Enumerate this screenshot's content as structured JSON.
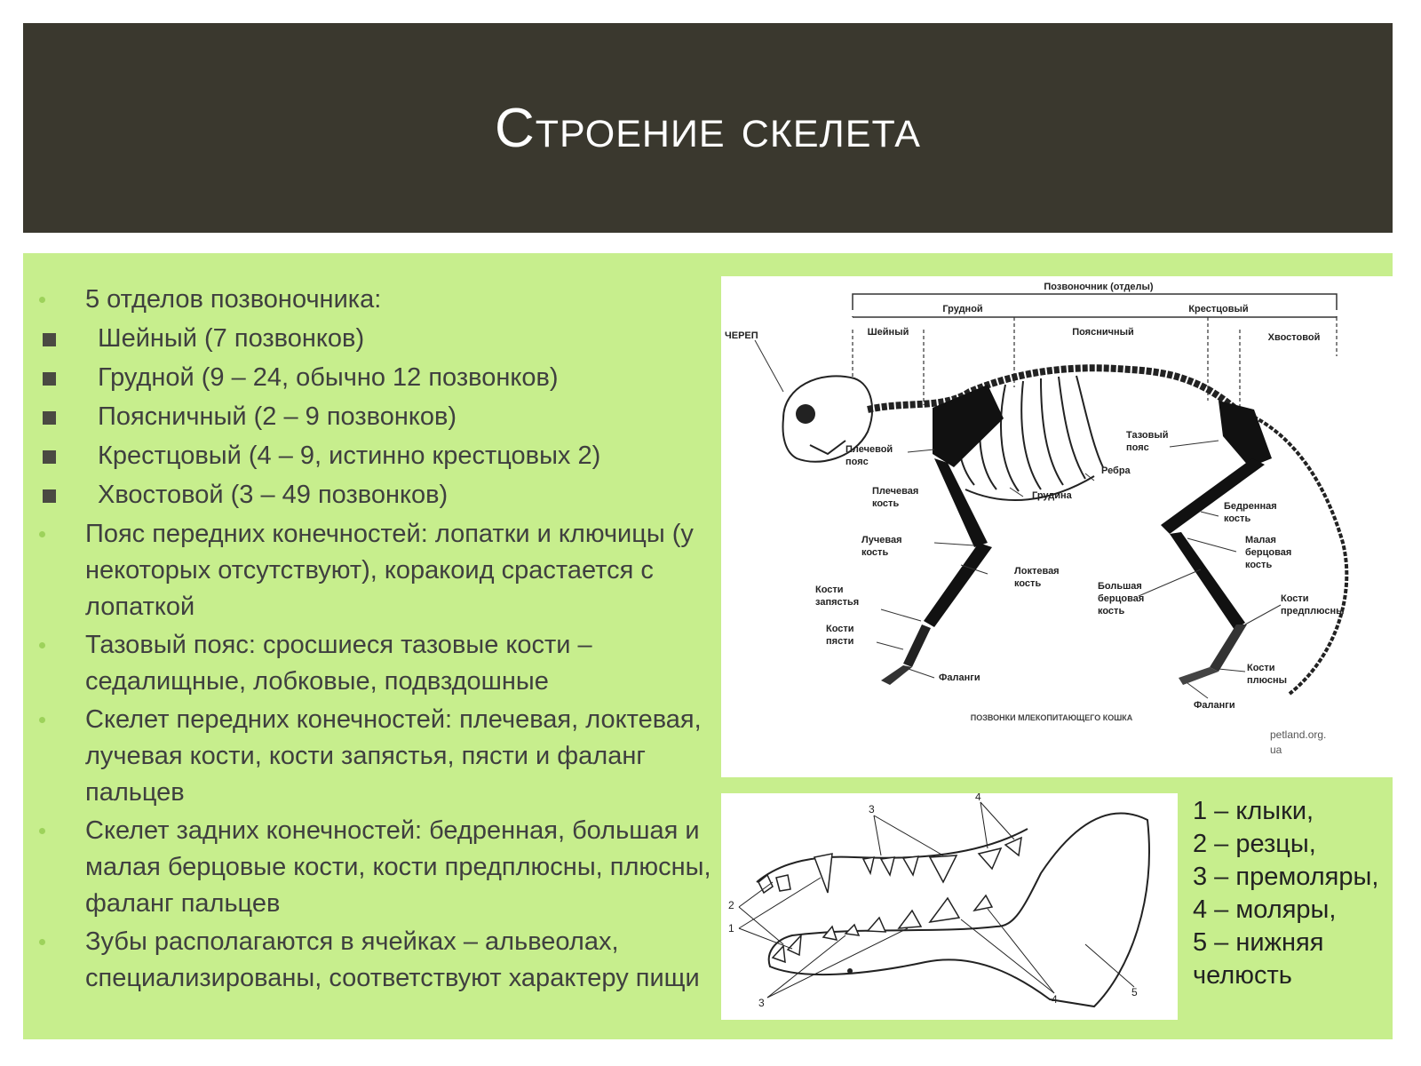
{
  "title": "Строение скелета",
  "bullets": [
    {
      "kind": "main",
      "text": "5 отделов позвоночника:"
    },
    {
      "kind": "sub",
      "text": "Шейный (7 позвонков)"
    },
    {
      "kind": "sub",
      "text": "Грудной (9 – 24, обычно 12 позвонков)"
    },
    {
      "kind": "sub",
      "text": "Поясничный (2 – 9 позвонков)"
    },
    {
      "kind": "sub",
      "text": "Крестцовый (4 – 9, истинно крестцовых 2)"
    },
    {
      "kind": "sub",
      "text": "Хвостовой (3 – 49 позвонков)"
    },
    {
      "kind": "main",
      "text": "Пояс передних конечностей: лопатки и ключицы (у некоторых отсутствуют), коракоид срастается с лопаткой"
    },
    {
      "kind": "main",
      "text": "Тазовый пояс: сросшиеся тазовые кости – седалищные, лобковые, подвздошные"
    },
    {
      "kind": "main",
      "text": "Скелет передних конечностей: плечевая, локтевая, лучевая кости, кости запястья, пясти и фаланг пальцев"
    },
    {
      "kind": "main",
      "text": "Скелет задних конечностей: бедренная, большая и малая берцовые кости, кости предплюсны, плюсны, фаланг пальцев"
    },
    {
      "kind": "main",
      "text": "Зубы располагаются в ячейках – альвеолах, специализированы, соответствуют характеру пищи"
    }
  ],
  "skeleton": {
    "header": "Позвоночник (отделы)",
    "sections": {
      "thoracic": "Грудной",
      "sacral": "Крестцовый",
      "cervical": "Шейный",
      "lumbar": "Поясничный",
      "caudal": "Хвостовой"
    },
    "labels": {
      "skull": "ЧЕРЕП",
      "shoulder_1": "Плечевой",
      "shoulder_2": "пояс",
      "humerus_1": "Плечевая",
      "humerus_2": "кость",
      "ribs": "Ребра",
      "sternum": "Грудина",
      "pelvis_1": "Тазовый",
      "pelvis_2": "пояс",
      "radius_1": "Лучевая",
      "radius_2": "кость",
      "ulna_1": "Локтевая",
      "ulna_2": "кость",
      "carpus_1": "Кости",
      "carpus_2": "запястья",
      "metacarpus_1": "Кости",
      "metacarpus_2": "пясти",
      "phalanges_front": "Фаланги",
      "femur_1": "Бедренная",
      "femur_2": "кость",
      "fibula_1": "Малая",
      "fibula_2": "берцовая",
      "fibula_3": "кость",
      "tibia_1": "Большая",
      "tibia_2": "берцовая",
      "tibia_3": "кость",
      "tarsus_1": "Кости",
      "tarsus_2": "предплюсны",
      "metatarsus_1": "Кости",
      "metatarsus_2": "плюсны",
      "phalanges_hind": "Фаланги",
      "caption": "ПОЗВОНКИ МЛЕКОПИТАЮЩЕГО КОШКА",
      "source_1": "petland.org.",
      "source_2": "ua"
    }
  },
  "jaw": {
    "numbers": {
      "n1": "1",
      "n2": "2",
      "n3a": "3",
      "n3b": "3",
      "n4a": "4",
      "n4b": "4",
      "n5": "5"
    }
  },
  "legend": [
    "1 – клыки,",
    "2 – резцы,",
    "3 – премоляры,",
    "4 – моляры,",
    "5 – нижняя",
    "челюсть"
  ]
}
